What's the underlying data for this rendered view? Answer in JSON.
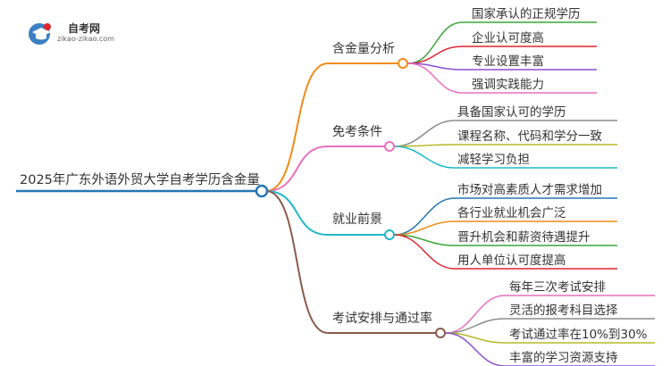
{
  "logo": {
    "name": "自考网",
    "url": "zikao-zikao.com"
  },
  "root": {
    "label": "2025年广东外语外贸大学自考学历含金量",
    "color": "#2677b3"
  },
  "branches": [
    {
      "label": "含金量分析",
      "color": "#f08c18",
      "children": [
        {
          "label": "国家承认的正规学历",
          "color": "#3aa63a"
        },
        {
          "label": "企业认可度高",
          "color": "#e0252e"
        },
        {
          "label": "专业设置丰富",
          "color": "#8a4fd0"
        },
        {
          "label": "强调实践能力",
          "color": "#e86fc0"
        }
      ]
    },
    {
      "label": "免考条件",
      "color": "#e86fc0",
      "children": [
        {
          "label": "具备国家认可的学历",
          "color": "#8c8c8c"
        },
        {
          "label": "课程名称、代码和学分一致",
          "color": "#b7b829"
        },
        {
          "label": "减轻学习负担",
          "color": "#21b8c9"
        }
      ]
    },
    {
      "label": "就业前景",
      "color": "#21b8c9",
      "children": [
        {
          "label": "市场对高素质人才需求增加",
          "color": "#2677b3"
        },
        {
          "label": "各行业就业机会广泛",
          "color": "#f08c18"
        },
        {
          "label": "晋升机会和薪资待遇提升",
          "color": "#3aa63a"
        },
        {
          "label": "用人单位认可度提高",
          "color": "#e0252e"
        }
      ]
    },
    {
      "label": "考试安排与通过率",
      "color": "#8b5a4a",
      "children": [
        {
          "label": "每年三次考试安排",
          "color": "#e86fc0"
        },
        {
          "label": "灵活的报考科目选择",
          "color": "#8c8c8c"
        },
        {
          "label": "考试通过率在10%到30%",
          "color": "#b7b829"
        },
        {
          "label": "丰富的学习资源支持",
          "color": "#8a4fd0"
        }
      ]
    }
  ]
}
